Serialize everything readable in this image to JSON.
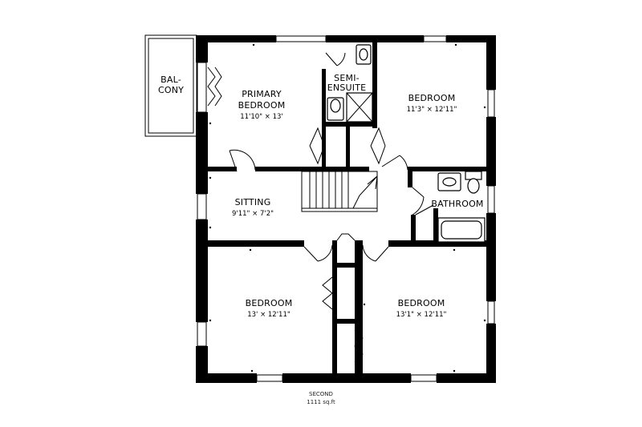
{
  "plan": {
    "rooms": [
      {
        "id": "balcony",
        "lines": [
          "BAL-",
          "CONY"
        ]
      },
      {
        "id": "primary-bedroom",
        "lines": [
          "PRIMARY",
          "BEDROOM"
        ],
        "dims": "11'10\" × 13'"
      },
      {
        "id": "semi-ensuite",
        "lines": [
          "SEMI-",
          "ENSUITE"
        ]
      },
      {
        "id": "bedroom-ne",
        "lines": [
          "BEDROOM"
        ],
        "dims": "11'3\" × 12'11\""
      },
      {
        "id": "sitting",
        "lines": [
          "SITTING"
        ],
        "dims": "9'11\" × 7'2\""
      },
      {
        "id": "bathroom",
        "lines": [
          "BATHROOM"
        ]
      },
      {
        "id": "bedroom-sw",
        "lines": [
          "BEDROOM"
        ],
        "dims": "13' × 12'11\""
      },
      {
        "id": "bedroom-se",
        "lines": [
          "BEDROOM"
        ],
        "dims": "13'1\" × 12'11\""
      }
    ],
    "floor": {
      "name": "SECOND",
      "area": "1111 sq.ft"
    }
  }
}
